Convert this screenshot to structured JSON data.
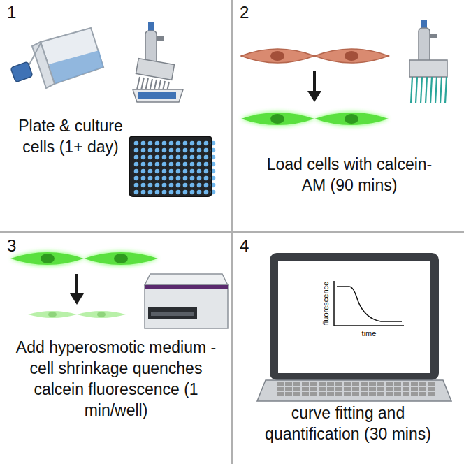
{
  "diagram": {
    "nodes": [
      {
        "text": [
          "1",
          "Plate & culture cells (1+ day)"
        ]
      },
      {
        "text": [
          "2",
          "Load cells with calcein-AM (90 mins)"
        ]
      },
      {
        "text": [
          "3",
          "Add hyperosmotic medium - cell shrinkage quenches calcein fluorescence (1 min/well)"
        ]
      },
      {
        "text": [
          "4",
          "curve fitting and quantification (30 mins)"
        ]
      }
    ],
    "labels": [
      "fluorescence",
      "time"
    ]
  }
}
